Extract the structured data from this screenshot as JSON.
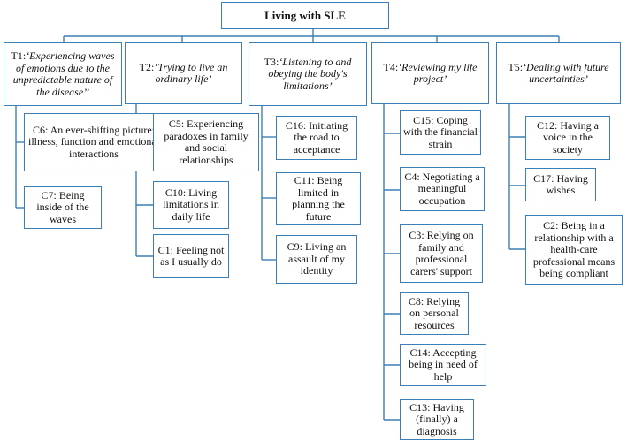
{
  "root": {
    "label": "Living with SLE"
  },
  "themes": [
    {
      "prefix": "T1:",
      "title": "‘Experiencing waves of emotions due to the unpredictable nature of the disease’’",
      "categories": [
        "C6: An ever-shifting picture: illness, function and emotional interactions",
        "C7: Being inside of the waves"
      ]
    },
    {
      "prefix": "T2:",
      "title": "‘Trying to live an ordinary life’",
      "categories": [
        "C5: Experiencing paradoxes in family and social relationships",
        "C10: Living limitations in daily life",
        "C1: Feeling not as I usually do"
      ]
    },
    {
      "prefix": "T3:",
      "title": "‘Listening to and obeying the body's limitations’",
      "categories": [
        "C16: Initiating the road to acceptance",
        "C11: Being limited in planning the future",
        "C9: Living an assault of my identity"
      ]
    },
    {
      "prefix": "T4:",
      "title": "‘Reviewing my life project’",
      "categories": [
        "C15: Coping with the financial strain",
        "C4: Negotiating a meaningful occupation",
        "C3: Relying on family and professional carers' support",
        "C8: Relying on personal resources",
        "C14: Accepting being in need of help",
        "C13: Having (finally) a diagnosis"
      ]
    },
    {
      "prefix": "T5:",
      "title": "‘Dealing with future uncertainties’",
      "categories": [
        "C12: Having a voice in the society",
        "C17: Having wishes",
        "C2: Being in a relationship with a health-care professional means being compliant"
      ]
    }
  ]
}
